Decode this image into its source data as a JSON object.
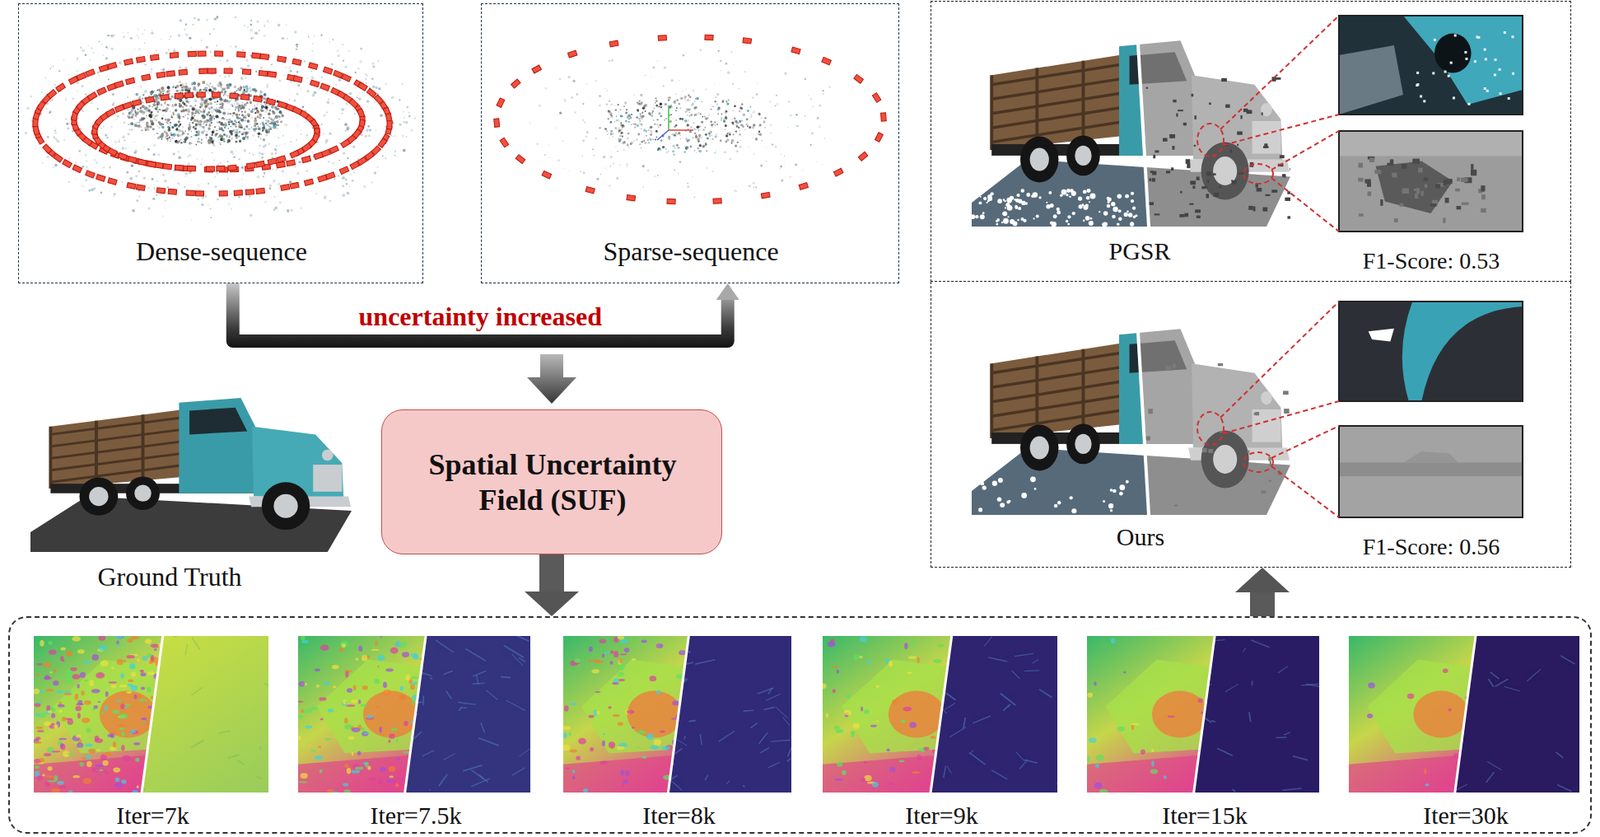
{
  "diagram": {
    "nodes": [
      {
        "text": [
          "Dense-sequence"
        ]
      },
      {
        "text": [
          "Sparse-sequence"
        ]
      },
      {
        "text": [
          "PGSR",
          "F1-Score: 0.53"
        ]
      },
      {
        "text": [
          "Ours",
          "F1-Score: 0.56"
        ]
      },
      {
        "text": [
          "Spatial Uncertainty Field (SUF)"
        ]
      },
      {
        "text": [
          "Iter=7k",
          "Iter=7.5k",
          "Iter=8k",
          "Iter=9k",
          "Iter=15k",
          "Iter=30k"
        ]
      }
    ],
    "edges": [
      {
        "from": 0,
        "to": 1,
        "arrow": "to",
        "label": "uncertainty increased"
      },
      {
        "from": 4,
        "to": 5,
        "arrow": "to"
      },
      {
        "from": 5,
        "to": 3,
        "arrow": "to"
      }
    ],
    "labels": [
      "Ground Truth"
    ]
  }
}
